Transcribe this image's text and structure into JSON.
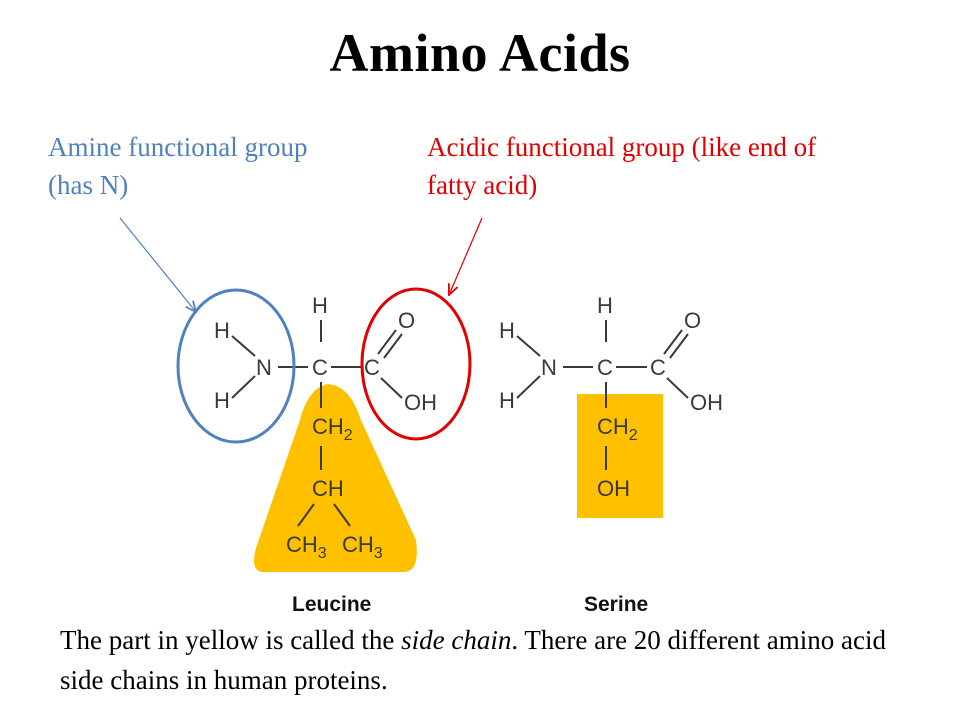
{
  "title": "Amino Acids",
  "labels": {
    "amine": "Amine functional group (has N)",
    "acid": "Acidic functional group (like end of fatty acid)"
  },
  "molecules": {
    "leucine": {
      "name": "Leucine",
      "atoms": {
        "h_top": "H",
        "h1": "H",
        "h2": "H",
        "n": "N",
        "c": "C",
        "c2": "C",
        "o": "O",
        "oh": "OH",
        "ch2": "CH",
        "ch2_sub": "2",
        "ch": "CH",
        "ch3a": "CH",
        "ch3a_sub": "3",
        "ch3b": "CH",
        "ch3b_sub": "3"
      }
    },
    "serine": {
      "name": "Serine",
      "atoms": {
        "h_top": "H",
        "h1": "H",
        "h2": "H",
        "n": "N",
        "c": "C",
        "c2": "C",
        "o": "O",
        "oh": "OH",
        "ch2": "CH",
        "ch2_sub": "2",
        "oh2": "OH"
      }
    }
  },
  "caption": {
    "pre": "The part in yellow is called the ",
    "emph": "side chain",
    "post": ". There are 20 different amino acid side chains in human proteins."
  },
  "colors": {
    "side_chain": "#ffc000",
    "amine": "#4f81bd",
    "acid": "#e00000"
  }
}
